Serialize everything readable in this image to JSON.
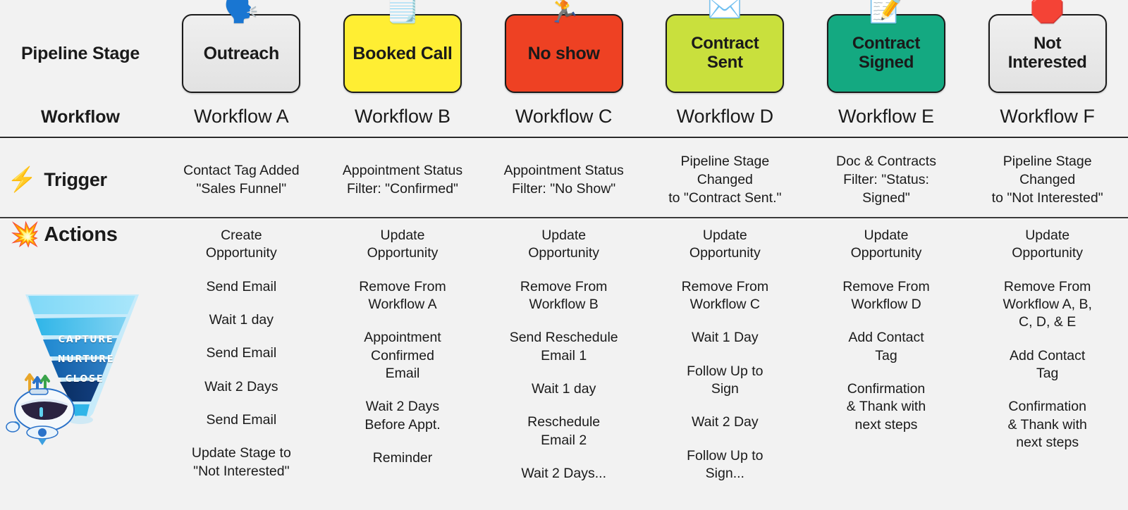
{
  "rows": {
    "pipeline_stage_label": "Pipeline Stage",
    "workflow_label": "Workflow",
    "trigger_label": "Trigger",
    "trigger_icon": "lightning-bolt-icon",
    "actions_label": "Actions",
    "actions_icon": "collision-burst-icon"
  },
  "colors": {
    "background": "#f2f2f2",
    "outreach": "#e6e6e6",
    "booked_call": "#ffee33",
    "no_show": "#ee4123",
    "contract_sent": "#c9e03d",
    "contract_signed": "#14a981",
    "not_interested": "#e6e6e6",
    "divider": "#2b2b2b"
  },
  "funnel": {
    "stages": [
      "CAPTURE",
      "NURTURE",
      "CLOSE"
    ],
    "icon": "sales-funnel-robot-icon"
  },
  "columns": [
    {
      "stage": "Outreach",
      "emoji": "🗣️",
      "emoji_name": "speaking-head-icon",
      "color_class": "grey",
      "workflow": "Workflow A",
      "trigger": [
        "Contact Tag Added",
        "\"Sales Funnel\""
      ],
      "actions": [
        [
          "Create",
          "Opportunity"
        ],
        [
          "Send Email"
        ],
        [
          "Wait 1 day"
        ],
        [
          "Send Email"
        ],
        [
          "Wait 2 Days"
        ],
        [
          "Send Email"
        ],
        [
          "Update Stage to",
          "\"Not Interested\""
        ]
      ]
    },
    {
      "stage": "Booked Call",
      "emoji": "🗒️",
      "emoji_name": "spiral-notepad-icon",
      "color_class": "yellow",
      "workflow": "Workflow B",
      "trigger": [
        "Appointment Status",
        "Filter: \"Confirmed\""
      ],
      "actions": [
        [
          "Update",
          "Opportunity"
        ],
        [
          "Remove From",
          "Workflow A"
        ],
        [
          "Appointment",
          "Confirmed",
          "Email"
        ],
        [
          "Wait 2 Days",
          "Before Appt."
        ],
        [
          "Reminder"
        ]
      ]
    },
    {
      "stage": "No show",
      "emoji": "🏃",
      "emoji_name": "running-person-icon",
      "color_class": "red",
      "workflow": "Workflow C",
      "trigger": [
        "Appointment Status",
        "Filter: \"No Show\""
      ],
      "actions": [
        [
          "Update",
          "Opportunity"
        ],
        [
          "Remove From",
          "Workflow B"
        ],
        [
          "Send Reschedule",
          "Email 1"
        ],
        [
          "Wait 1 day"
        ],
        [
          "Reschedule",
          "Email 2"
        ],
        [
          "Wait 2 Days..."
        ]
      ]
    },
    {
      "stage": "Contract Sent",
      "emoji": "✉️",
      "emoji_name": "envelope-icon",
      "color_class": "lime",
      "workflow": "Workflow D",
      "trigger": [
        "Pipeline Stage Changed",
        "to \"Contract Sent.\""
      ],
      "actions": [
        [
          "Update",
          "Opportunity"
        ],
        [
          "Remove From",
          "Workflow C"
        ],
        [
          "Wait 1 Day"
        ],
        [
          "Follow Up to",
          "Sign"
        ],
        [
          "Wait 2 Day"
        ],
        [
          "Follow Up to",
          "Sign..."
        ]
      ]
    },
    {
      "stage": "Contract Signed",
      "emoji": "📝",
      "emoji_name": "memo-pencil-icon",
      "color_class": "teal",
      "workflow": "Workflow E",
      "trigger": [
        "Doc & Contracts",
        "Filter: \"Status:",
        "Signed\""
      ],
      "actions": [
        [
          "Update",
          "Opportunity"
        ],
        [
          "Remove From",
          "Workflow D"
        ],
        [
          "Add Contact",
          "Tag"
        ],
        [
          "Confirmation",
          "& Thank with",
          "next steps"
        ]
      ]
    },
    {
      "stage": "Not Interested",
      "emoji": "🛑",
      "emoji_name": "stop-sign-icon",
      "color_class": "grey",
      "workflow": "Workflow F",
      "trigger": [
        "Pipeline Stage Changed",
        "to \"Not Interested\""
      ],
      "actions": [
        [
          "Update",
          "Opportunity"
        ],
        [
          "Remove From",
          "Workflow A, B,",
          "C, D, & E"
        ],
        [
          "Add Contact",
          "Tag"
        ],
        [
          "Confirmation",
          "& Thank with",
          "next steps"
        ]
      ]
    }
  ]
}
